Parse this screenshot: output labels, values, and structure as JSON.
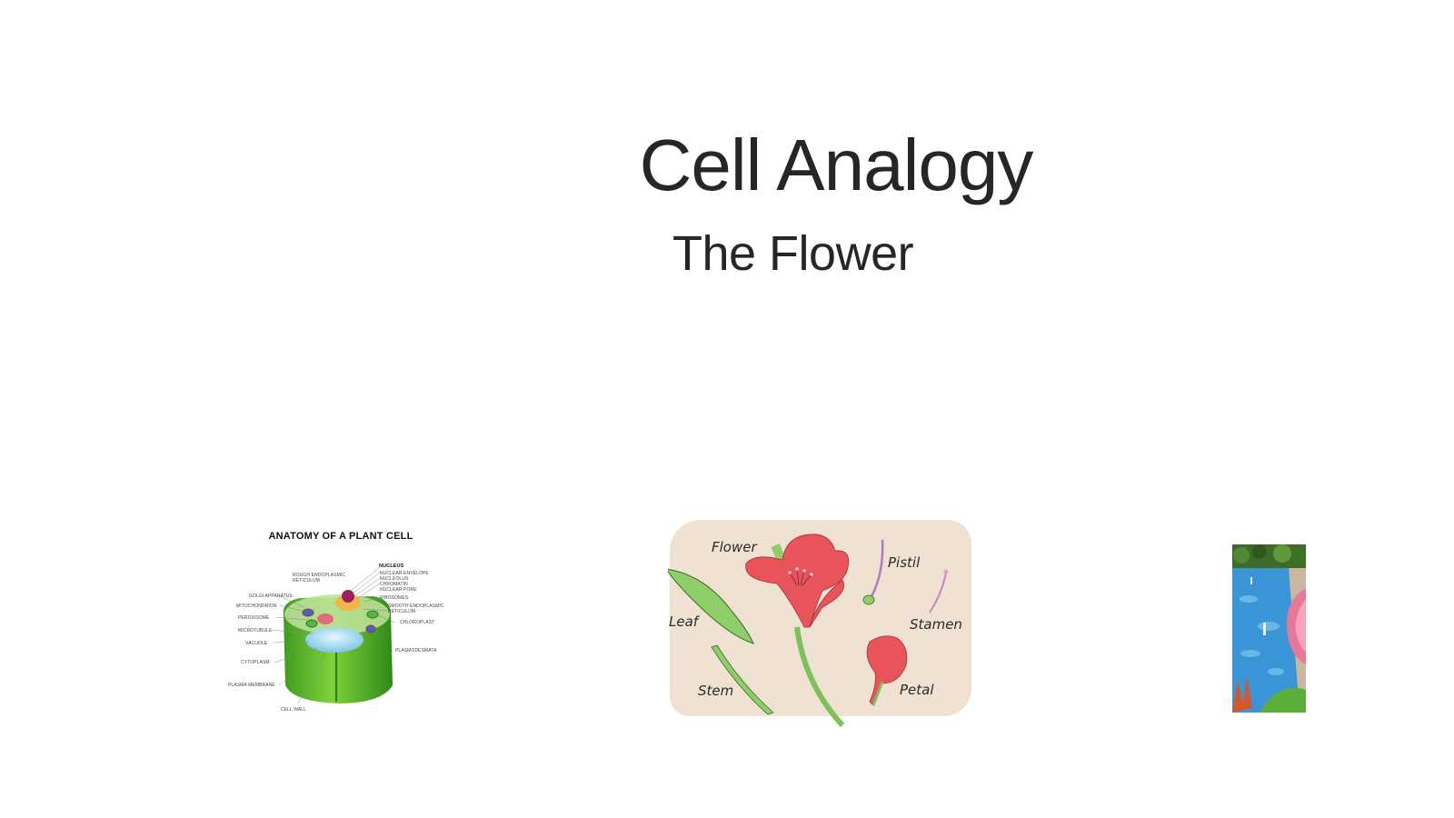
{
  "slide": {
    "title": "Cell Analogy",
    "subtitle": "The Flower"
  },
  "images": {
    "plant_cell": {
      "title": "ANATOMY OF A PLANT CELL",
      "labels_left": [
        "ROUGH ENDOPLASMIC",
        "RETICULUM",
        "GOLGI APPARATUS",
        "MITOCHONDRION",
        "PEROXISOME",
        "MICROTUBULE",
        "VACUOLE",
        "CYTOPLASM",
        "PLASMA MEMBRANE",
        "CELL WALL"
      ],
      "labels_right": [
        "NUCLEUS",
        "NUCLEAR ENVELOPE",
        "NUCLEOLUS",
        "CHROMATIN",
        "NUCLEAR PORE",
        "RIBOSOMES",
        "SMOOTH ENDOPLASMIC",
        "RETICULUM",
        "CHLOROPLAST",
        "PLASMODESMATA"
      ]
    },
    "flower_parts": {
      "labels": [
        "Flower",
        "Pistil",
        "Leaf",
        "Stamen",
        "Stem",
        "Petal"
      ]
    },
    "pool_photo": {
      "description": "garden pool with fountains and pink flower"
    }
  },
  "colors": {
    "text": "#262626",
    "flower_bg": "#efe2d3",
    "petal_red": "#e8545a",
    "leaf_green": "#8fcf6a",
    "pool_blue": "#3a8fcf"
  }
}
